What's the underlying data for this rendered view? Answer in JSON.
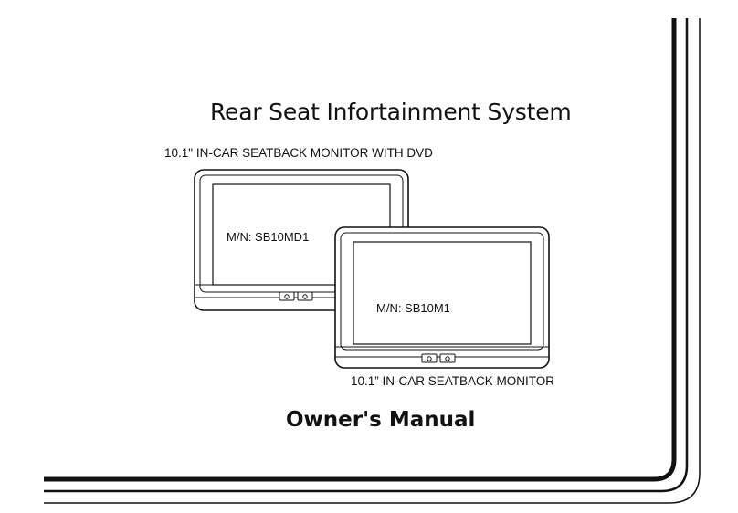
{
  "cover": {
    "title": "Rear Seat Infortainment System",
    "product_top": "10.1\" IN-CAR SEATBACK MONITOR WITH DVD",
    "product_bottom": "10.1” IN-CAR SEATBACK MONITOR",
    "model_dvd": "M/N: SB10MD1",
    "model_monitor": "M/N: SB10M1",
    "manual_title": "Owner's Manual"
  },
  "colors": {
    "ink": "#111111",
    "paper": "#ffffff"
  }
}
